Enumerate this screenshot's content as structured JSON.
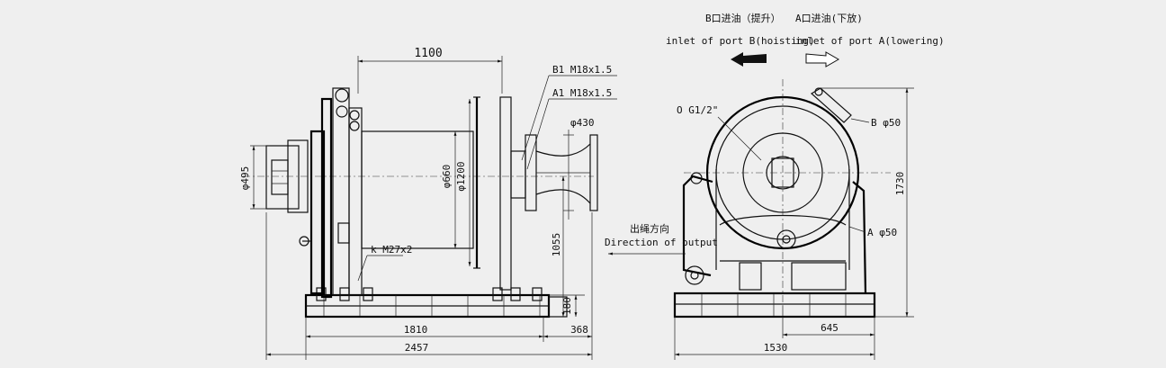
{
  "side_view": {
    "dim_top": "1100",
    "port_b1": "B1 M18x1.5",
    "port_a1": "A1 M18x1.5",
    "dia_430": "φ430",
    "dia_495": "φ495",
    "dia_660": "φ660",
    "dia_1200": "φ1200",
    "bolt_label": "k M27x2",
    "dim_1055": "1055",
    "dim_180": "180",
    "dim_1810": "1810",
    "dim_368": "368",
    "dim_2457": "2457"
  },
  "front_view": {
    "inlet_b_cn": "B口进油（提升）",
    "inlet_b_en": "inlet of port B(hoisting)",
    "inlet_a_cn": "A口进油(下放)",
    "inlet_a_en": "inlet of port A(lowering)",
    "port_o": "O G1/2\"",
    "port_b": "B φ50",
    "port_a": "A φ50",
    "output_cn": "出绳方向",
    "output_en": "Direction of output",
    "dim_1730": "1730",
    "dim_645": "645",
    "dim_1530": "1530"
  },
  "colors": {
    "background": "#efefef",
    "ink": "#111111"
  }
}
